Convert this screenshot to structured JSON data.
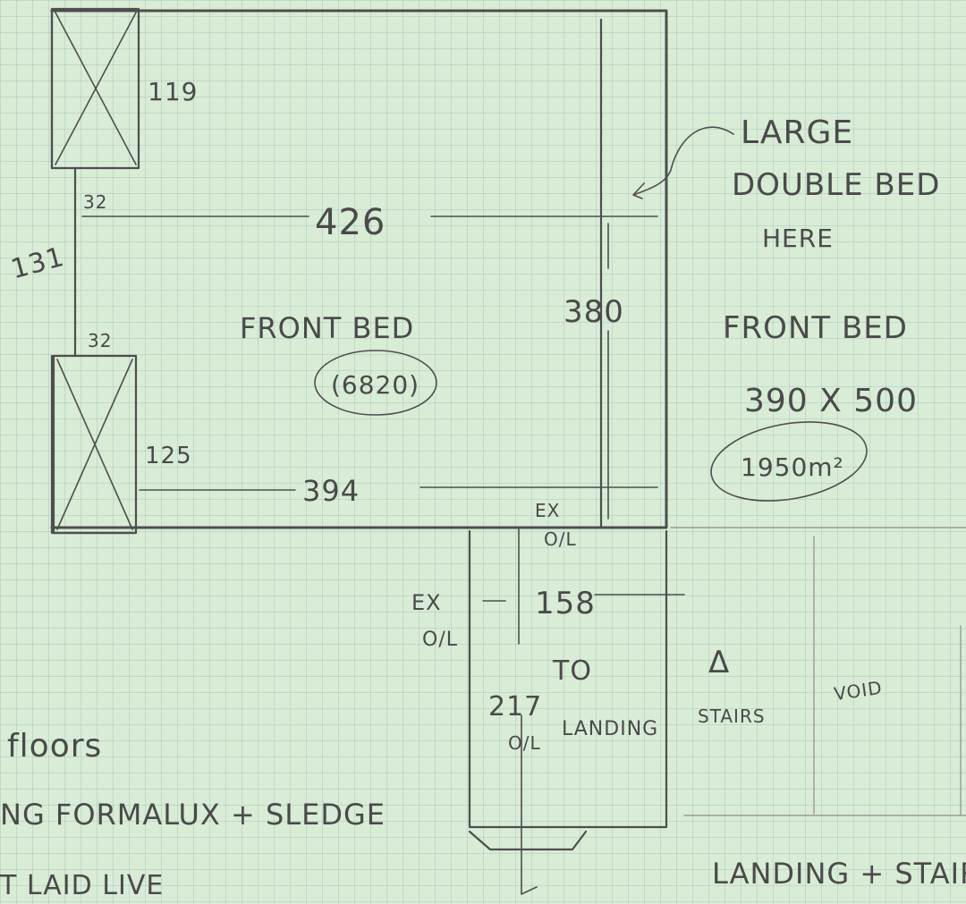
{
  "plan": {
    "window_top_dim": "119",
    "window_gap_top": "32",
    "wall_left_dim": "131",
    "window_gap_bottom": "32",
    "window_bottom_dim": "125",
    "dim_width_top": "426",
    "dim_width_bottom": "394",
    "dim_height": "380",
    "room_label_line1": "FRONT BED",
    "room_label_line2": "(6820)",
    "note_line1": "LARGE",
    "note_line2": "DOUBLE BED",
    "note_line3": "HERE",
    "right_title": "FRONT BED",
    "right_size": "390 X 500",
    "right_area": "1950m²",
    "door_label_top_1": "EX",
    "door_label_top_2": "O/L",
    "door_label_left_1": "EX",
    "door_label_left_2": "O/L",
    "landing_width": "158",
    "landing_dim": "217",
    "landing_label_1": "TO",
    "landing_label_2": "LANDING",
    "landing_label_3": "O/L",
    "stairs_label": "STAIRS",
    "stairs_arrow": "Δ",
    "void_label": "VOID",
    "footer_right": "LANDING + STAIRS",
    "left_note_1": "floors",
    "left_note_2": "NG FORMALUX + SLEDGE",
    "left_note_3": "T LAID LIVE"
  }
}
